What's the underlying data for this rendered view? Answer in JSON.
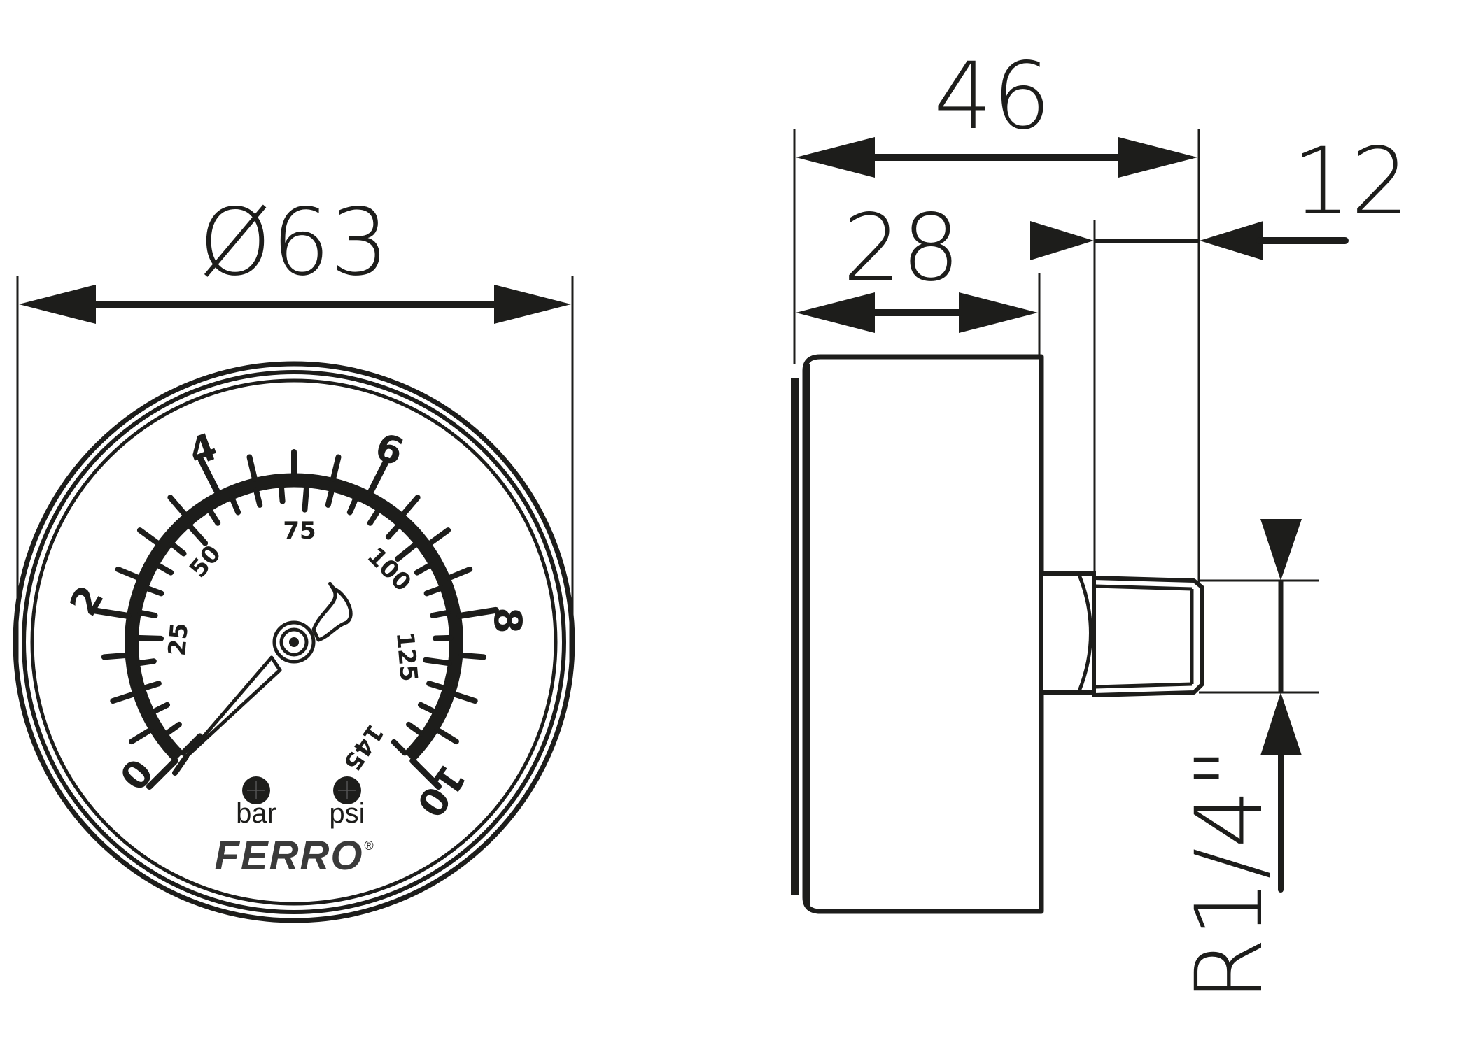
{
  "front_view": {
    "diameter_label": "Ø63",
    "dial": {
      "bar_scale": {
        "labels": [
          "0",
          "2",
          "4",
          "6",
          "8",
          "10"
        ],
        "min": 0,
        "max": 10
      },
      "psi_scale": {
        "labels": [
          "25",
          "50",
          "75",
          "100",
          "125",
          "145"
        ],
        "min": 0,
        "max": 145
      },
      "unit_bar": "bar",
      "unit_psi": "psi",
      "brand": "FERRO",
      "registered_mark": "®"
    }
  },
  "side_view": {
    "overall_length_label": "46",
    "case_depth_label": "28",
    "thread_length_label": "12",
    "thread_size_label": "R1/4\""
  },
  "colors": {
    "line": "#1d1d1b",
    "brand": "#3a3a3a",
    "background": "#ffffff"
  }
}
